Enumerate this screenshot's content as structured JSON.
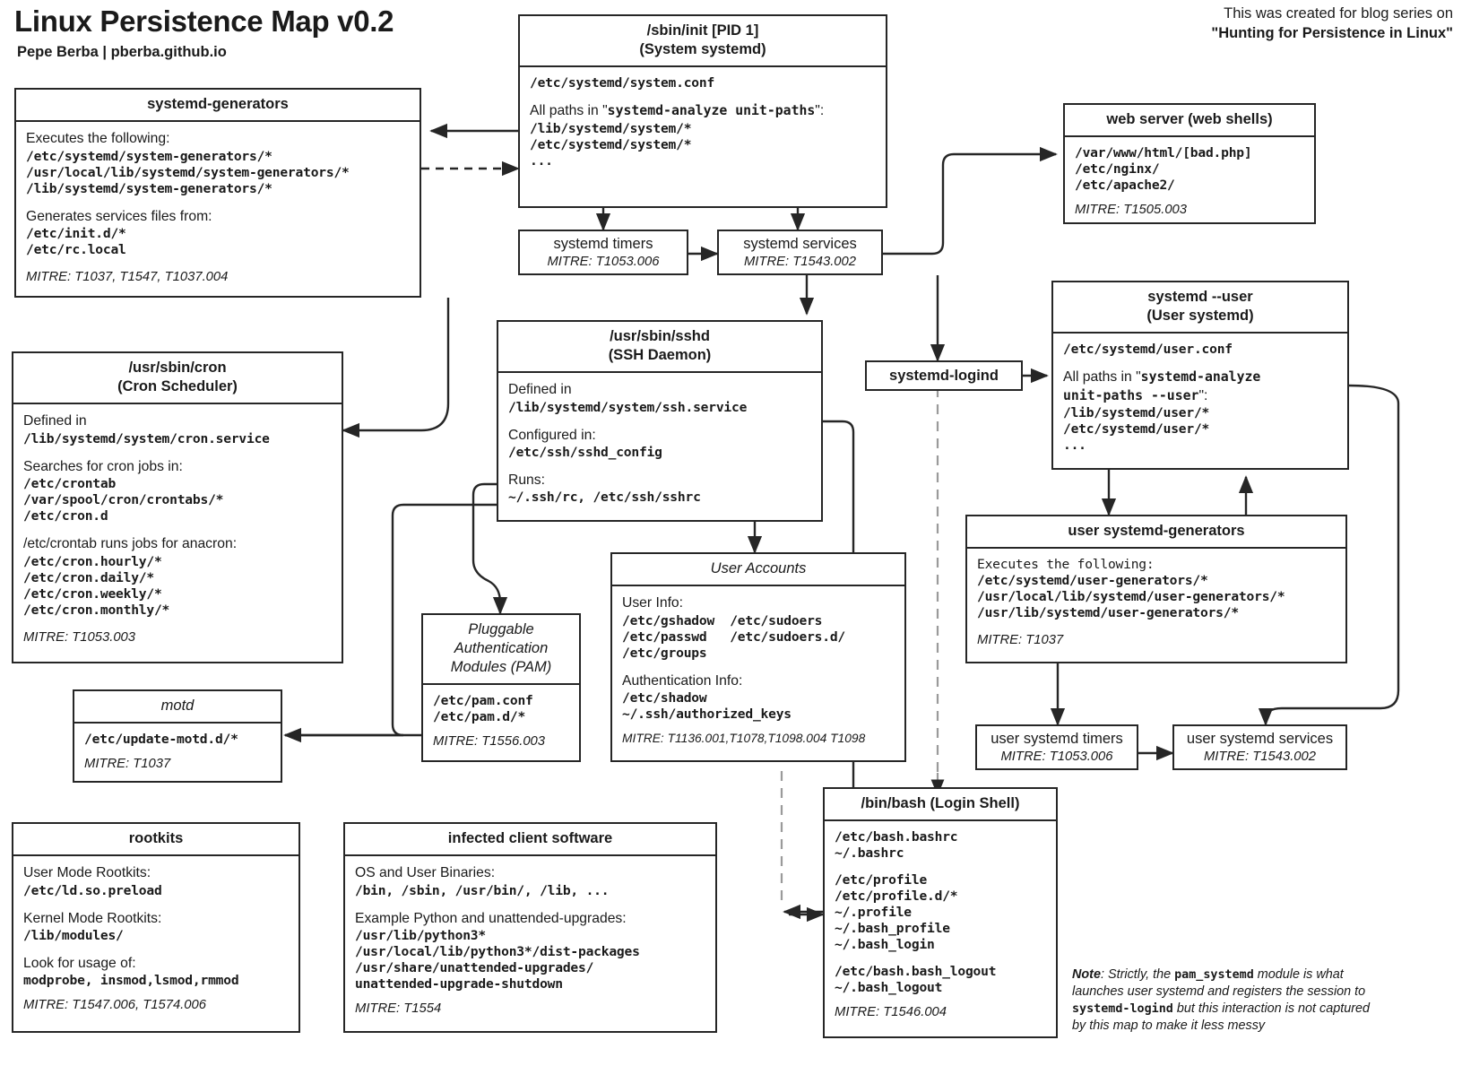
{
  "page": {
    "title": "Linux Persistence Map v0.2",
    "subtitle": "Pepe Berba | pberba.github.io",
    "credit_line1": "This was created for blog series on",
    "credit_line2": "\"Hunting for Persistence in Linux\"",
    "footnote_pre": "Note",
    "footnote_a": ": Strictly, the ",
    "footnote_code1": "pam_systemd",
    "footnote_b": " module is what launches user systemd and registers the session to ",
    "footnote_code2": "systemd-logind",
    "footnote_c": " but this interaction is not captured by this map to make it less messy"
  },
  "nodes": {
    "systemd_generators": {
      "title": "systemd-generators",
      "l1": "Executes the following:",
      "paths1": "/etc/systemd/system-generators/*\n/usr/local/lib/systemd/system-generators/*\n/lib/systemd/system-generators/*",
      "l2": "Generates services files from:",
      "paths2": "/etc/init.d/*\n/etc/rc.local",
      "mitre": "MITRE: T1037, T1547, T1037.004"
    },
    "sbin_init": {
      "title_l1": "/sbin/init [PID 1]",
      "title_l2": "(System systemd)",
      "conf": "/etc/systemd/system.conf",
      "paths_prefix": "All paths in \"",
      "paths_cmd": "systemd-analyze unit-paths",
      "paths_suffix": "\":",
      "paths": "/lib/systemd/system/*\n/etc/systemd/system/*\n...",
      "mitre": ""
    },
    "web_server": {
      "title": "web server (web shells)",
      "paths": "/var/www/html/[bad.php]\n/etc/nginx/\n/etc/apache2/",
      "mitre": "MITRE: T1505.003"
    },
    "systemd_timers": {
      "title": "systemd timers",
      "mitre": "MITRE: T1053.006"
    },
    "systemd_services": {
      "title": "systemd services",
      "mitre": "MITRE: T1543.002"
    },
    "systemd_logind": {
      "title": "systemd-logind"
    },
    "systemd_user": {
      "title_l1": "systemd --user",
      "title_l2": "(User systemd)",
      "conf": "/etc/systemd/user.conf",
      "paths_prefix": "All paths in \"",
      "paths_cmd_l1": "systemd-analyze",
      "paths_cmd_l2": "unit-paths --user",
      "paths_suffix": "\":",
      "paths": "/lib/systemd/user/*\n/etc/systemd/user/*\n..."
    },
    "user_systemd_generators": {
      "title": "user systemd-generators",
      "l1": "Executes the following:",
      "paths": "/etc/systemd/user-generators/*\n/usr/local/lib/systemd/user-generators/*\n/usr/lib/systemd/user-generators/*",
      "mitre": "MITRE: T1037"
    },
    "user_systemd_timers": {
      "title": "user systemd timers",
      "mitre": "MITRE: T1053.006"
    },
    "user_systemd_services": {
      "title": "user systemd services",
      "mitre": "MITRE: T1543.002"
    },
    "cron": {
      "title_l1": "/usr/sbin/cron",
      "title_l2": "(Cron Scheduler)",
      "l1": "Defined in",
      "path1": "/lib/systemd/system/cron.service",
      "l2": "Searches for cron jobs in:",
      "paths2": "/etc/crontab\n/var/spool/cron/crontabs/*\n/etc/cron.d",
      "l3": "/etc/crontab runs jobs for anacron:",
      "paths3": "/etc/cron.hourly/*\n/etc/cron.daily/*\n/etc/cron.weekly/*\n/etc/cron.monthly/*",
      "mitre": "MITRE: T1053.003"
    },
    "sshd": {
      "title_l1": "/usr/sbin/sshd",
      "title_l2": "(SSH Daemon)",
      "l1": "Defined in",
      "path1": "/lib/systemd/system/ssh.service",
      "l2": "Configured in:",
      "path2": "/etc/ssh/sshd_config",
      "l3": "Runs:",
      "path3": "~/.ssh/rc, /etc/ssh/sshrc"
    },
    "pam": {
      "title_l1": "Pluggable",
      "title_l2": "Authentication",
      "title_l3": "Modules (PAM)",
      "paths": "/etc/pam.conf\n/etc/pam.d/*",
      "mitre": "MITRE: T1556.003"
    },
    "user_accounts": {
      "title": "User Accounts",
      "l1": "User Info:",
      "paths1": "/etc/gshadow  /etc/sudoers\n/etc/passwd   /etc/sudoers.d/\n/etc/groups",
      "l2": "Authentication Info:",
      "paths2": "/etc/shadow\n~/.ssh/authorized_keys",
      "mitre": "MITRE: T1136.001,T1078,T1098.004 T1098"
    },
    "motd": {
      "title": "motd",
      "path": "/etc/update-motd.d/*",
      "mitre": "MITRE: T1037"
    },
    "rootkits": {
      "title": "rootkits",
      "l1": "User Mode Rootkits:",
      "path1": "/etc/ld.so.preload",
      "l2": "Kernel Mode Rootkits:",
      "path2": "/lib/modules/",
      "l3": "Look for usage of:",
      "path3": "modprobe, insmod,lsmod,rmmod",
      "mitre": "MITRE: T1547.006, T1574.006"
    },
    "infected_client": {
      "title": "infected client software",
      "l1": "OS and User Binaries:",
      "path1": "/bin, /sbin, /usr/bin/, /lib, ...",
      "l2": "Example Python and unattended-upgrades:",
      "path2": "/usr/lib/python3*\n/usr/local/lib/python3*/dist-packages\n/usr/share/unattended-upgrades/\nunattended-upgrade-shutdown",
      "mitre": "MITRE: T1554"
    },
    "bash": {
      "title": "/bin/bash (Login Shell)",
      "paths1": "/etc/bash.bashrc\n~/.bashrc",
      "paths2": "/etc/profile\n/etc/profile.d/*\n~/.profile\n~/.bash_profile\n~/.bash_login",
      "paths3": "/etc/bash.bash_logout\n~/.bash_logout",
      "mitre": "MITRE: T1546.004"
    }
  },
  "colors": {
    "ink": "#262626",
    "paper": "#ffffff"
  }
}
